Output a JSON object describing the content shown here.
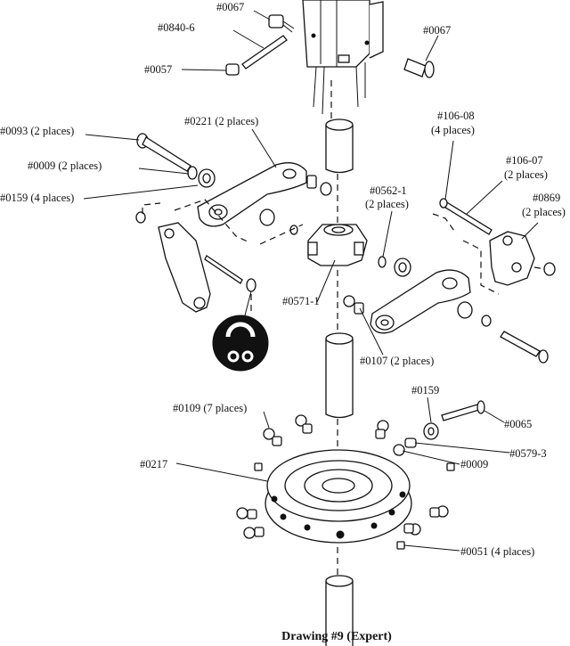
{
  "caption": "Drawing #9 (Expert)",
  "labels": {
    "l0067_top": "#0067",
    "l0840_6": "#0840-6",
    "l0057": "#0057",
    "l0067_right": "#0067",
    "l0093": "#0093 (2 places)",
    "l0221": "#0221 (2 places)",
    "l106_08_a": "#106-08",
    "l106_08_b": "(4 places)",
    "l0009_left": "#0009 (2 places)",
    "l106_07_a": "#106-07",
    "l106_07_b": "(2 places)",
    "l0159_left": "#0159 (4 places)",
    "l0869_a": "#0869",
    "l0869_b": "(2 places)",
    "l0562_a": "#0562-1",
    "l0562_b": "(2 places)",
    "l0571": "#0571-1",
    "l0107": "#0107 (2 places)",
    "l0159_right": "#0159",
    "l0109": "#0109 (7 places)",
    "l0065": "#0065",
    "l0579": "#0579-3",
    "l0217": "#0217",
    "l0009_right": "#0009",
    "l0051": "#0051 (4 places)"
  }
}
